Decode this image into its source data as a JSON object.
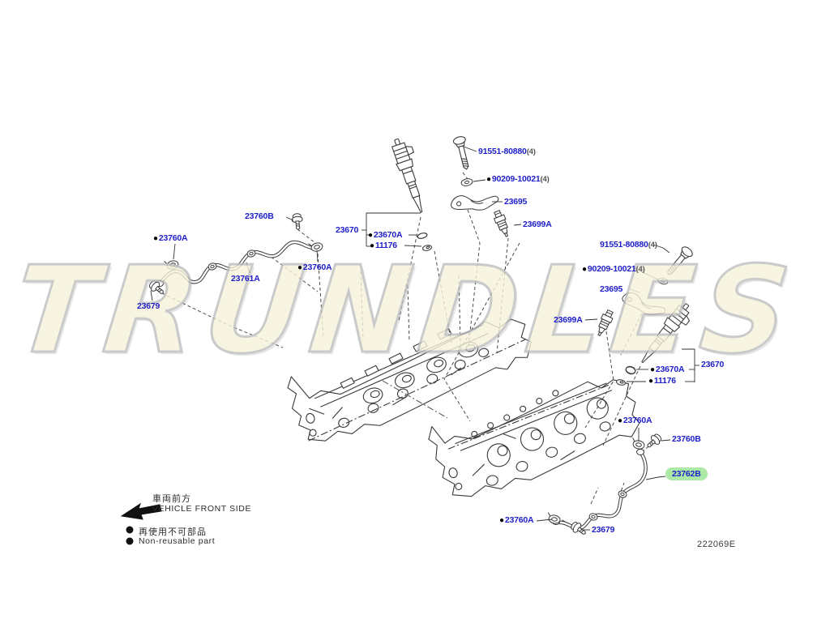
{
  "diagram": {
    "code": "222069E",
    "watermark": "TRUNDLES"
  },
  "colors": {
    "label_blue": "#1e1ec8",
    "highlight_green": "#ace9a6",
    "line_dark": "#3a3a3a",
    "watermark_fill": "#f6f3da",
    "watermark_stroke": "#bdbdbd"
  },
  "glyphs": {
    "non_reusable_dot": "●"
  },
  "legend": {
    "vehicle_front_jp": "車両前方",
    "vehicle_front_en": "VEHICLE FRONT SIDE",
    "non_reusable_jp": "再使用不可部品",
    "non_reusable_en": "Non-reusable part"
  },
  "labels": {
    "l91551_top": {
      "text": "91551-80880",
      "count": "(4)"
    },
    "l90209_top": {
      "text": "90209-10021",
      "count": "(4)"
    },
    "l23695_top": {
      "text": "23695"
    },
    "l23699a_top": {
      "text": "23699A"
    },
    "l23670_left": {
      "text": "23670"
    },
    "l23670a_left": {
      "text": "23670A"
    },
    "l11176_left": {
      "text": "11176"
    },
    "l23760b_topleft": {
      "text": "23760B"
    },
    "l23760a_topleft": {
      "text": "23760A"
    },
    "l23761a": {
      "text": "23761A"
    },
    "l23760a_mid": {
      "text": "23760A"
    },
    "l23679_left": {
      "text": "23679"
    },
    "l91551_right": {
      "text": "91551-80880",
      "count": "(4)"
    },
    "l90209_right": {
      "text": "90209-10021",
      "count": "(4)"
    },
    "l23695_right": {
      "text": "23695"
    },
    "l23699a_right": {
      "text": "23699A"
    },
    "l23670a_right": {
      "text": "23670A"
    },
    "l23670_right": {
      "text": "23670"
    },
    "l11176_right": {
      "text": "11176"
    },
    "l23760a_br": {
      "text": "23760A"
    },
    "l23760b_bottom": {
      "text": "23760B"
    },
    "l23762b": {
      "text": "23762B"
    },
    "l23760a_bl": {
      "text": "23760A"
    },
    "l23679_bottom": {
      "text": "23679"
    }
  }
}
